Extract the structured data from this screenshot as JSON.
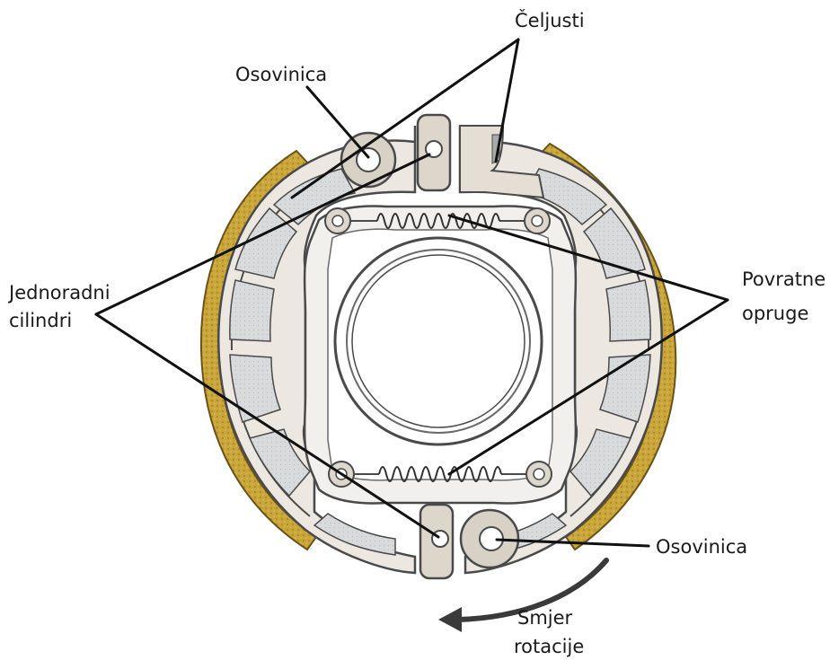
{
  "labels": {
    "celjusti": "Čeljusti",
    "osovinica_top": "Osovinica",
    "jednoradni_line1": "Jednoradni",
    "jednoradni_line2": "cilindri",
    "povratne_line1": "Povratne",
    "povratne_line2": "opruge",
    "osovinica_bottom": "Osovinica",
    "smjer_line1": "Smjer",
    "smjer_line2": "rotacije"
  },
  "colors": {
    "lining": "#c9a53a",
    "lining_dark": "#8a6d1c",
    "shoe_web": "#e9e5de",
    "shoe_outline": "#4a4a4a",
    "window": "#d6d9db",
    "leader": "#111111"
  },
  "icons": {
    "rotation": "curved-arrow-icon",
    "spring": "coil-spring-icon",
    "pivot": "pivot-pin-icon"
  }
}
